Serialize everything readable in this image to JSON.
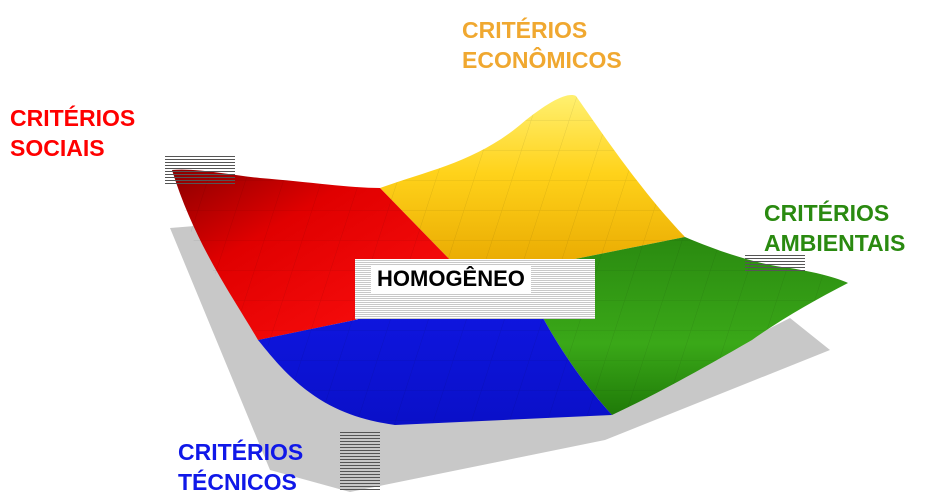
{
  "labels": {
    "economic": [
      "CRITÉRIOS",
      "ECONÔMICOS"
    ],
    "social": [
      "CRITÉRIOS",
      "SOCIAIS"
    ],
    "environmental": [
      "CRITÉRIOS",
      "AMBIENTAIS"
    ],
    "technical": [
      "CRITÉRIOS",
      "TÉCNICOS"
    ],
    "center": "HOMOGÊNEO"
  },
  "colors": {
    "economic": "#f0b020",
    "social": "#ff0000",
    "environmental": "#2a8a10",
    "technical": "#1018e8",
    "shadow": "#c8c8c8",
    "center_text": "#000000"
  }
}
